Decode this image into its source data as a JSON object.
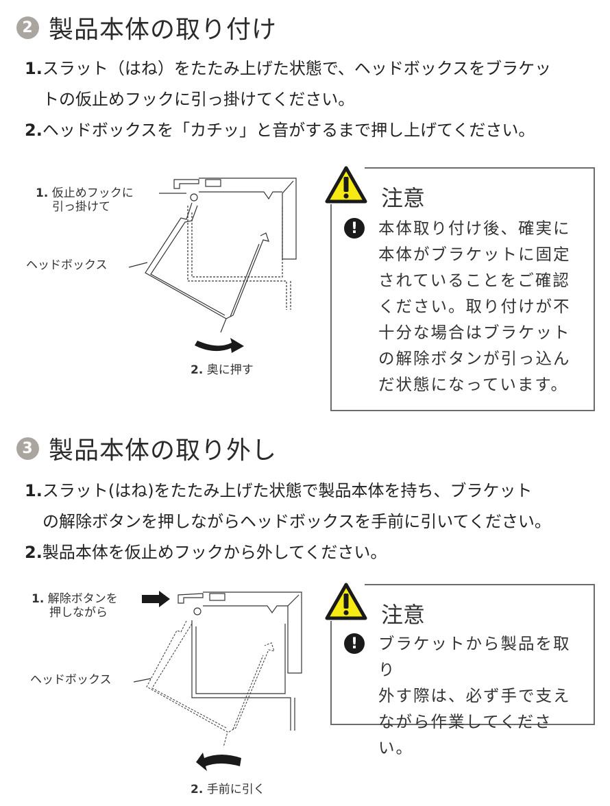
{
  "sections": [
    {
      "number": "2",
      "title": "製品本体の取り付け",
      "steps": [
        {
          "num": "1.",
          "lines": [
            "スラット（はね）をたたみ上げた状態で、ヘッドボックスをブラケッ",
            "トの仮止めフックに引っ掛けてください。"
          ]
        },
        {
          "num": "2.",
          "lines": [
            "ヘッドボックスを「カチッ」と音がするまで押し上げてください。"
          ]
        }
      ],
      "diagram": {
        "label_hook_num": "1.",
        "label_hook_lines": [
          "仮止めフックに",
          "引っ掛けて"
        ],
        "label_headbox": "ヘッドボックス",
        "label_action_num": "2.",
        "label_action": "奥に押す"
      },
      "caution": {
        "title": "注意",
        "icon": "warning-triangle-icon",
        "body_icon": "exclamation-circle-icon",
        "lines": [
          "本体取り付け後、確実に",
          "本体がブラケットに固定",
          "されていることをご確認",
          "ください。取り付けが不",
          "十分な場合はブラケット",
          "の解除ボタンが引っ込ん",
          "だ状態になっています。"
        ]
      }
    },
    {
      "number": "3",
      "title": "製品本体の取り外し",
      "steps": [
        {
          "num": "1.",
          "lines": [
            "スラット(はね)をたたみ上げた状態で製品本体を持ち、ブラケット",
            "の解除ボタンを押しながらヘッドボックスを手前に引いてください。"
          ]
        },
        {
          "num": "2.",
          "lines": [
            "製品本体を仮止めフックから外してください。"
          ]
        }
      ],
      "diagram": {
        "label_button_num": "1.",
        "label_button_lines": [
          "解除ボタンを",
          "押しながら"
        ],
        "label_headbox": "ヘッドボックス",
        "label_action_num": "2.",
        "label_action": "手前に引く"
      },
      "caution": {
        "title": "注意",
        "icon": "warning-triangle-icon",
        "body_icon": "exclamation-circle-icon",
        "lines": [
          "ブラケットから製品を取り",
          "外す際は、必ず手で支え",
          "ながら作業してください。"
        ]
      }
    }
  ],
  "colors": {
    "badge": "#aaa59f",
    "warning_yellow": "#f5ea14",
    "text": "#222222",
    "border": "#6b6b6b"
  }
}
